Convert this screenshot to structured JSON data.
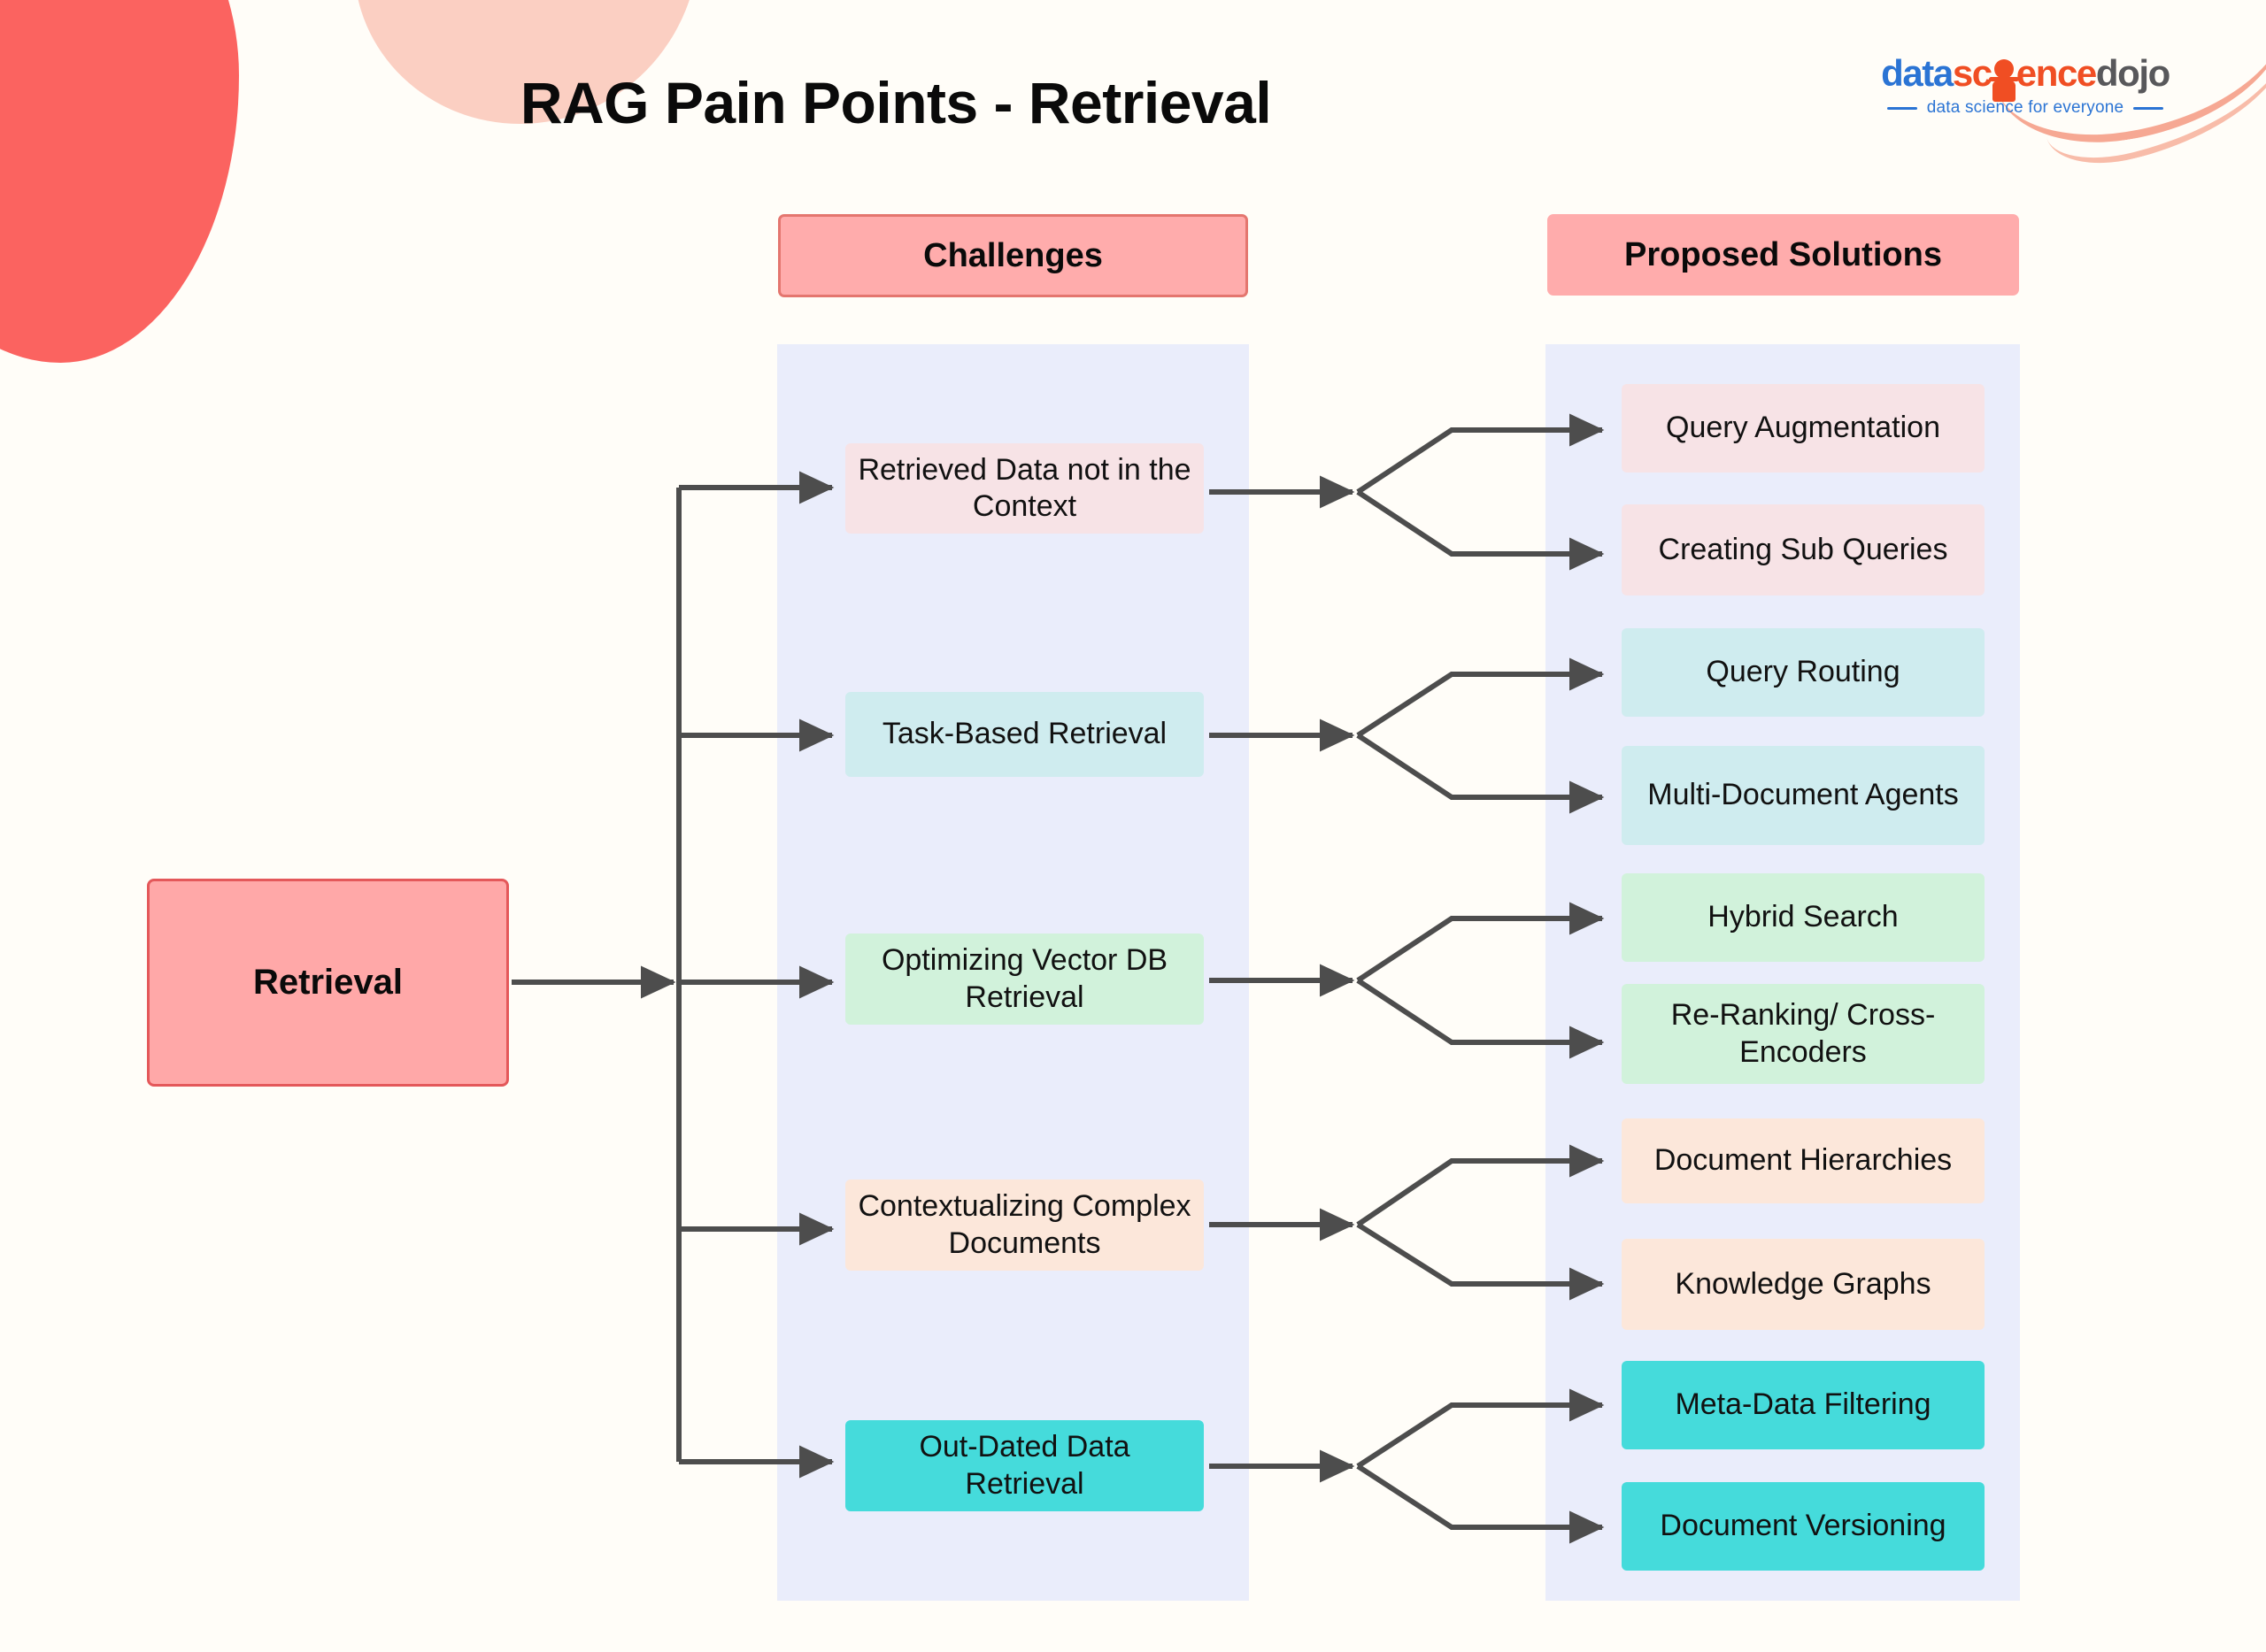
{
  "title": "RAG Pain Points - Retrieval",
  "logo": {
    "part_data": "data",
    "part_sci": "sc",
    "part_ence": "ence",
    "part_dojo": "dojo",
    "tagline": "data science for everyone",
    "color_blue": "#2B74D4",
    "color_orange": "#F04E23",
    "color_gray": "#58585B"
  },
  "columns": {
    "challenges_header": "Challenges",
    "solutions_header": "Proposed Solutions",
    "header_fill": "#FFACAC",
    "panel_fill": "#EAEDFB"
  },
  "root": {
    "label": "Retrieval",
    "fill": "#FFA8A8",
    "stroke": "#E4585A"
  },
  "challenges": [
    {
      "label": "Retrieved Data not in the Context",
      "fill": "#F7E3E6"
    },
    {
      "label": "Task-Based Retrieval",
      "fill": "#CFECEF"
    },
    {
      "label": "Optimizing Vector DB Retrieval",
      "fill": "#D1F2DB"
    },
    {
      "label": "Contextualizing Complex Documents",
      "fill": "#FCE7DA"
    },
    {
      "label": "Out-Dated Data Retrieval",
      "fill": "#45DBDB"
    }
  ],
  "solutions": [
    {
      "label": "Query Augmentation",
      "fill": "#F7E3E6"
    },
    {
      "label": "Creating Sub Queries",
      "fill": "#F7E3E6"
    },
    {
      "label": "Query Routing",
      "fill": "#CFECEF"
    },
    {
      "label": "Multi-Document Agents",
      "fill": "#CFECEF"
    },
    {
      "label": "Hybrid Search",
      "fill": "#D1F2DB"
    },
    {
      "label": "Re-Ranking/ Cross-Encoders",
      "fill": "#D1F2DB"
    },
    {
      "label": "Document Hierarchies",
      "fill": "#FCE7DA"
    },
    {
      "label": "Knowledge Graphs",
      "fill": "#FCE7DA"
    },
    {
      "label": "Meta-Data Filtering",
      "fill": "#45DBDB"
    },
    {
      "label": "Document Versioning",
      "fill": "#45DBDB"
    }
  ],
  "connector_color": "#4D4D4D",
  "background": "#FFFDF8",
  "decor": {
    "blob_red": "#FB6360",
    "blob_peach": "#FBCFC2",
    "swoosh": "#F6A893"
  }
}
